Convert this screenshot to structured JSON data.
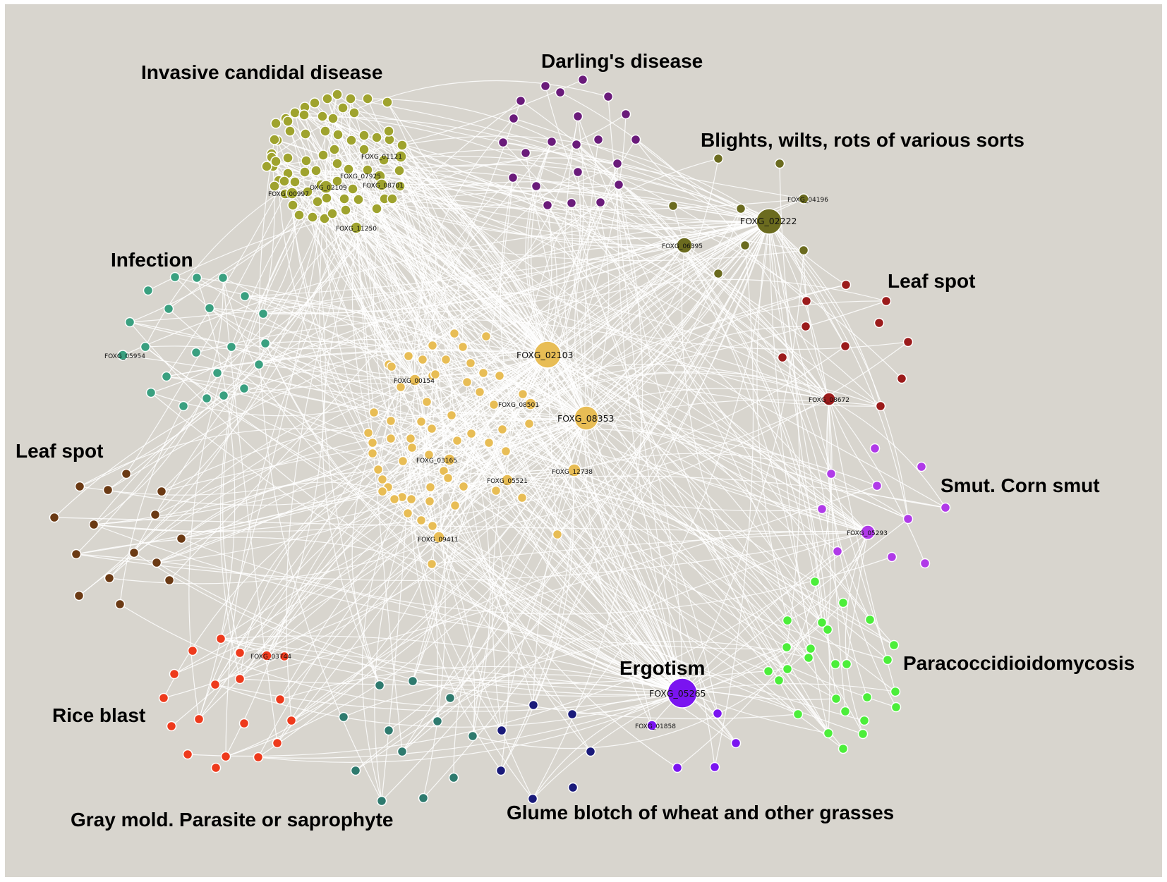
{
  "background_color": "#d8d5ce",
  "edge_color": "#ffffff",
  "clusters": [
    {
      "id": "candida",
      "label": "Invasive candidal disease",
      "color": "#9fa32e"
    },
    {
      "id": "darling",
      "label": "Darling's disease",
      "color": "#6a1b7a"
    },
    {
      "id": "blights",
      "label": "Blights, wilts, rots of various sorts",
      "color": "#6b6b1f"
    },
    {
      "id": "leafspot_r",
      "label": "Leaf spot",
      "color": "#9b1b1b"
    },
    {
      "id": "smut",
      "label": "Smut. Corn smut",
      "color": "#b03ae8"
    },
    {
      "id": "infection",
      "label": "Infection",
      "color": "#3aa080"
    },
    {
      "id": "leafspot_l",
      "label": "Leaf spot",
      "color": "#6b3a14"
    },
    {
      "id": "core",
      "label": "",
      "color": "#e8bd55"
    },
    {
      "id": "paracocci",
      "label": "Paracoccidioidomycosis",
      "color": "#4cee3a"
    },
    {
      "id": "ergotism",
      "label": "Ergotism",
      "color": "#7a14f0"
    },
    {
      "id": "riceblast",
      "label": "Rice blast",
      "color": "#ee3a1c"
    },
    {
      "id": "graymold",
      "label": "Gray mold. Parasite or saprophyte",
      "color": "#2e7a6e"
    },
    {
      "id": "glume",
      "label": "Glume blotch of wheat and other grasses",
      "color": "#1a1a7a"
    }
  ],
  "labeled_nodes": [
    {
      "id": "FOXG_01121",
      "label": "FOXG_01121",
      "cluster": "candida",
      "hub": false
    },
    {
      "id": "FOXG_07925",
      "label": "FOXG_07925",
      "cluster": "candida",
      "hub": false
    },
    {
      "id": "FOXG_08701",
      "label": "FOXG_08701",
      "cluster": "candida",
      "hub": false
    },
    {
      "id": "FOXG_02109",
      "label": "OXG_02109",
      "cluster": "candida",
      "hub": false
    },
    {
      "id": "FOXG_00997",
      "label": "FOXG_00997",
      "cluster": "candida",
      "hub": false
    },
    {
      "id": "FOXG_11250",
      "label": "FOXG_11250",
      "cluster": "candida",
      "hub": false
    },
    {
      "id": "FOXG_04196",
      "label": "FOXG_04196",
      "cluster": "blights",
      "hub": false
    },
    {
      "id": "FOXG_02222",
      "label": "FOXG_02222",
      "cluster": "blights",
      "hub": true
    },
    {
      "id": "FOXG_06395",
      "label": "FOXG_06395",
      "cluster": "blights",
      "hub": false
    },
    {
      "id": "FOXG_05954",
      "label": "FOXG_05954",
      "cluster": "infection",
      "hub": false
    },
    {
      "id": "FOXG_02103",
      "label": "FOXG_02103",
      "cluster": "core",
      "hub": true
    },
    {
      "id": "FOXG_00154",
      "label": "FOXG_00154",
      "cluster": "core",
      "hub": false
    },
    {
      "id": "FOXG_08501",
      "label": "FOXG_08501",
      "cluster": "core",
      "hub": false
    },
    {
      "id": "FOXG_08353",
      "label": "FOXG_08353",
      "cluster": "core",
      "hub": true
    },
    {
      "id": "FOXG_03165",
      "label": "FOXG_03165",
      "cluster": "core",
      "hub": false
    },
    {
      "id": "FOXG_05521",
      "label": "FOXG_05521",
      "cluster": "core",
      "hub": false
    },
    {
      "id": "FOXG_12738",
      "label": "FOXG_12738",
      "cluster": "core",
      "hub": false
    },
    {
      "id": "FOXG_09411",
      "label": "FOXG_09411",
      "cluster": "core",
      "hub": false
    },
    {
      "id": "FOXG_08672",
      "label": "FOXG_08672",
      "cluster": "leafspot_r",
      "hub": false
    },
    {
      "id": "FOXG_05293",
      "label": "FOXG_05293",
      "cluster": "smut",
      "hub": false
    },
    {
      "id": "FOXG_03744",
      "label": "FOXG_03744",
      "cluster": "riceblast",
      "hub": false
    },
    {
      "id": "FOXG_05265",
      "label": "FOXG_05265",
      "cluster": "ergotism",
      "hub": true
    },
    {
      "id": "FOXG_01858",
      "label": "FOXG_01858",
      "cluster": "ergotism",
      "hub": false
    }
  ]
}
